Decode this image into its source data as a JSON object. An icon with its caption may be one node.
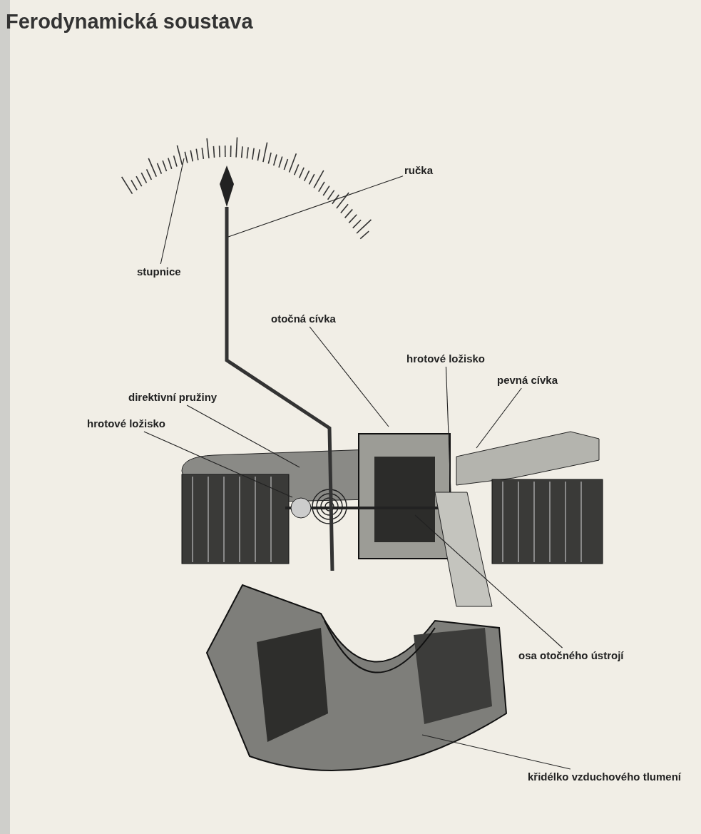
{
  "diagram": {
    "title": "Ferodynamická soustava",
    "nodes": [
      {
        "text": [
          "ručka"
        ]
      },
      {
        "text": [
          "stupnice"
        ]
      },
      {
        "text": [
          "otočná cívka"
        ]
      },
      {
        "text": [
          "hrotové ložisko"
        ]
      },
      {
        "text": [
          "pevná cívka"
        ]
      },
      {
        "text": [
          "direktivní pružiny"
        ]
      },
      {
        "text": [
          "hrotové ložisko"
        ]
      },
      {
        "text": [
          "osa otočného ústrojí"
        ]
      },
      {
        "text": [
          "křidélko vzduchového tlumení"
        ]
      }
    ],
    "edges": [
      {
        "from": 0,
        "to": null,
        "arrow": "none"
      },
      {
        "from": 1,
        "to": null,
        "arrow": "none"
      },
      {
        "from": 2,
        "to": null,
        "arrow": "none"
      },
      {
        "from": 3,
        "to": null,
        "arrow": "none"
      },
      {
        "from": 4,
        "to": null,
        "arrow": "none"
      },
      {
        "from": 5,
        "to": null,
        "arrow": "none"
      },
      {
        "from": 6,
        "to": null,
        "arrow": "none"
      },
      {
        "from": 7,
        "to": null,
        "arrow": "none"
      },
      {
        "from": 8,
        "to": null,
        "arrow": "none"
      }
    ]
  }
}
